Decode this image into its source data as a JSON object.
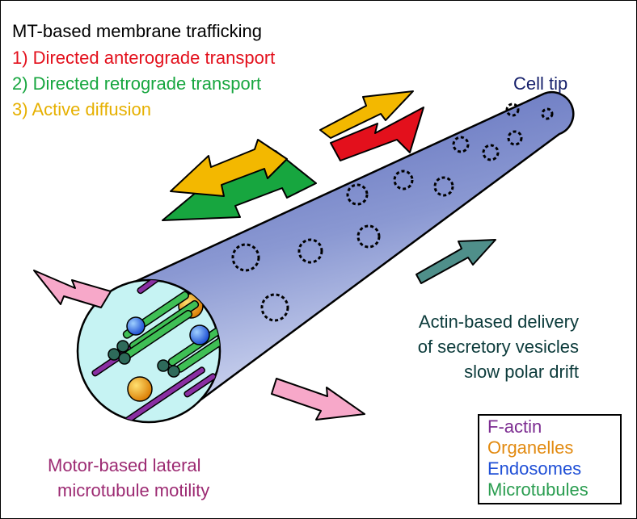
{
  "colors": {
    "tube_dark": "#5767b8",
    "tube_light": "#d3daf2",
    "cap_fill": "#c6f3f3",
    "red": "#e3101c",
    "green": "#17a63f",
    "orange": "#e6b000",
    "pink": "#f7a8c9",
    "teal": "#4f8f8a",
    "purple": "#7c2c91",
    "organelle": "#e28a10",
    "endosome": "#1f4fd6",
    "microtubule": "#2a9d50",
    "dark_teal_text": "#0c3b3b",
    "magenta_text": "#9c2a72",
    "navy_text": "#16206b"
  },
  "header": {
    "title": "MT-based membrane trafficking",
    "item1": "1) Directed anterograde transport",
    "item2": "2) Directed retrograde transport",
    "item3": "3) Active diffusion"
  },
  "labels": {
    "cell_tip": "Cell tip",
    "actin_line1": "Actin-based delivery",
    "actin_line2": "of secretory vesicles",
    "actin_line3": "slow polar drift",
    "motor_line1": "Motor-based lateral",
    "motor_line2": "microtubule motility"
  },
  "legend": {
    "f_actin": "F-actin",
    "organelles": "Organelles",
    "endosomes": "Endosomes",
    "microtubules": "Microtubules"
  }
}
